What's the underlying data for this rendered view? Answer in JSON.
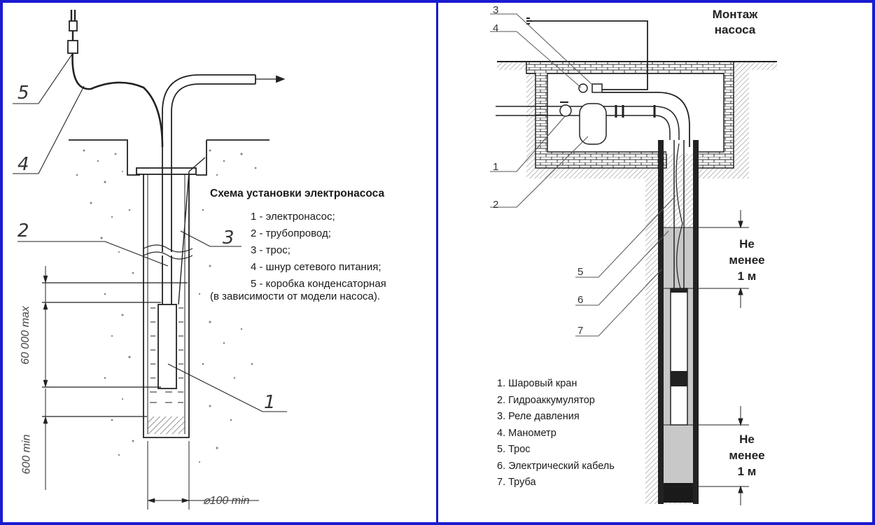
{
  "left_panel": {
    "title": "Схема установки электронасоса",
    "legend": [
      "1 - электронасос;",
      "2 - трубопровод;",
      "3 - трос;",
      "4 - шнур сетевого питания;",
      "5 - коробка конденсаторная",
      "(в зависимости от модели насоса)."
    ],
    "callouts": [
      "1",
      "2",
      "3",
      "4",
      "5"
    ],
    "dimensions": {
      "depth_max": "60 000 max",
      "depth_min": "600 min",
      "diameter": "⌀100 min"
    }
  },
  "right_panel": {
    "title_line1": "Монтаж",
    "title_line2": "насоса",
    "callouts": [
      "1",
      "2",
      "3",
      "4",
      "5",
      "6",
      "7"
    ],
    "depth_label_upper": [
      "Не",
      "менее",
      "1 м"
    ],
    "depth_label_lower": [
      "Не",
      "менее",
      "1 м"
    ],
    "legend": [
      "1. Шаровый кран",
      "2. Гидроаккумулятор",
      "3. Реле давления",
      "4. Манометр",
      "5. Трос",
      "6. Электрический кабель",
      "7. Труба"
    ]
  },
  "colors": {
    "frame": "#1a1ad0",
    "line": "#222222",
    "water": "#c8c8c8"
  }
}
